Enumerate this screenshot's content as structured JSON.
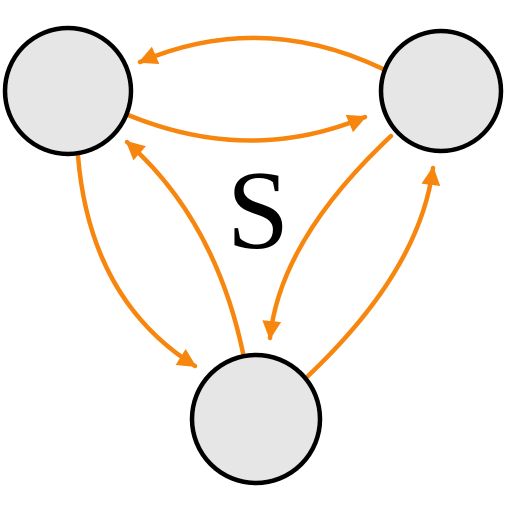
{
  "diagram": {
    "center_label": "S",
    "colors": {
      "node_fill": "#e6e6e6",
      "node_stroke": "#000000",
      "edge": "#f7860f",
      "label": "#000000"
    },
    "nodes": [
      {
        "id": "top-left"
      },
      {
        "id": "top-right"
      },
      {
        "id": "bottom"
      }
    ],
    "edges": [
      {
        "from": "top-right",
        "to": "top-left"
      },
      {
        "from": "top-left",
        "to": "top-right"
      },
      {
        "from": "top-left",
        "to": "bottom"
      },
      {
        "from": "bottom",
        "to": "top-left"
      },
      {
        "from": "top-right",
        "to": "bottom"
      },
      {
        "from": "bottom",
        "to": "top-right"
      }
    ]
  }
}
